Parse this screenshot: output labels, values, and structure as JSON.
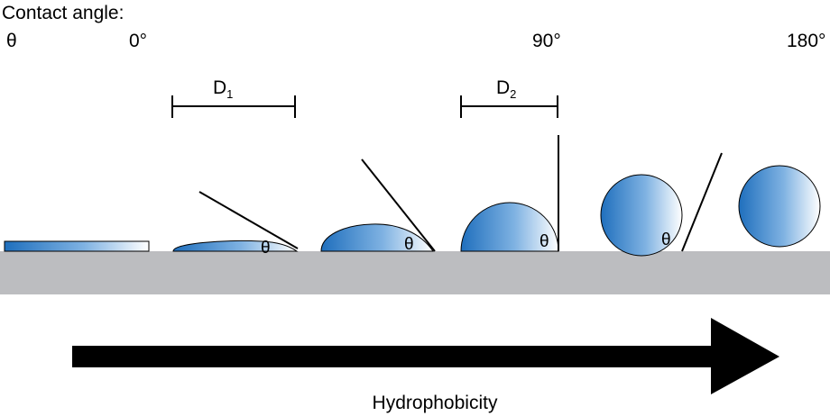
{
  "header": {
    "title": "Contact angle:",
    "theta_symbol": "θ",
    "angle_0": "0°",
    "angle_90": "90°",
    "angle_180": "180°"
  },
  "dimensions": {
    "d1": {
      "letter": "D",
      "sub": "1"
    },
    "d2": {
      "letter": "D",
      "sub": "2"
    }
  },
  "droplets": {
    "theta_label": "θ"
  },
  "arrow": {
    "label": "Hydrophobicity"
  },
  "colors": {
    "substrate": "#bcbdc0",
    "droplet_dark": "#1f6fbd",
    "droplet_light": "#ffffff",
    "ink": "#000000"
  }
}
